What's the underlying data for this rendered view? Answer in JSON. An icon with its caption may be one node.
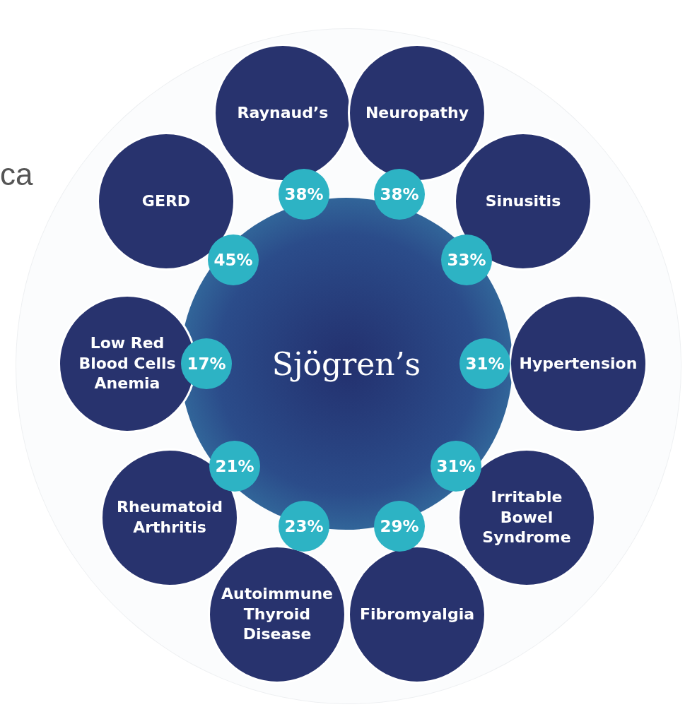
{
  "diagram": {
    "nodes": [
      {
        "text": [
          "Sjögren’s"
        ]
      },
      {
        "text": [
          "Raynaud’s"
        ]
      },
      {
        "text": [
          "38%"
        ]
      },
      {
        "text": [
          "Neuropathy"
        ]
      },
      {
        "text": [
          "38%"
        ]
      },
      {
        "text": [
          "Sinusitis"
        ]
      },
      {
        "text": [
          "33%"
        ]
      },
      {
        "text": [
          "Hypertension"
        ]
      },
      {
        "text": [
          "31%"
        ]
      },
      {
        "text": [
          "Irritable Bowel Syndrome"
        ]
      },
      {
        "text": [
          "31%"
        ]
      },
      {
        "text": [
          "Fibromyalgia"
        ]
      },
      {
        "text": [
          "29%"
        ]
      },
      {
        "text": [
          "Autoimmune Thyroid Disease"
        ]
      },
      {
        "text": [
          "23%"
        ]
      },
      {
        "text": [
          "Rheumatoid Arthritis"
        ]
      },
      {
        "text": [
          "21%"
        ]
      },
      {
        "text": [
          "Low Red Blood Cells Anemia"
        ]
      },
      {
        "text": [
          "17%"
        ]
      },
      {
        "text": [
          "GERD"
        ]
      },
      {
        "text": [
          "45%"
        ]
      }
    ],
    "edges": [],
    "labels": [
      "ca"
    ]
  }
}
